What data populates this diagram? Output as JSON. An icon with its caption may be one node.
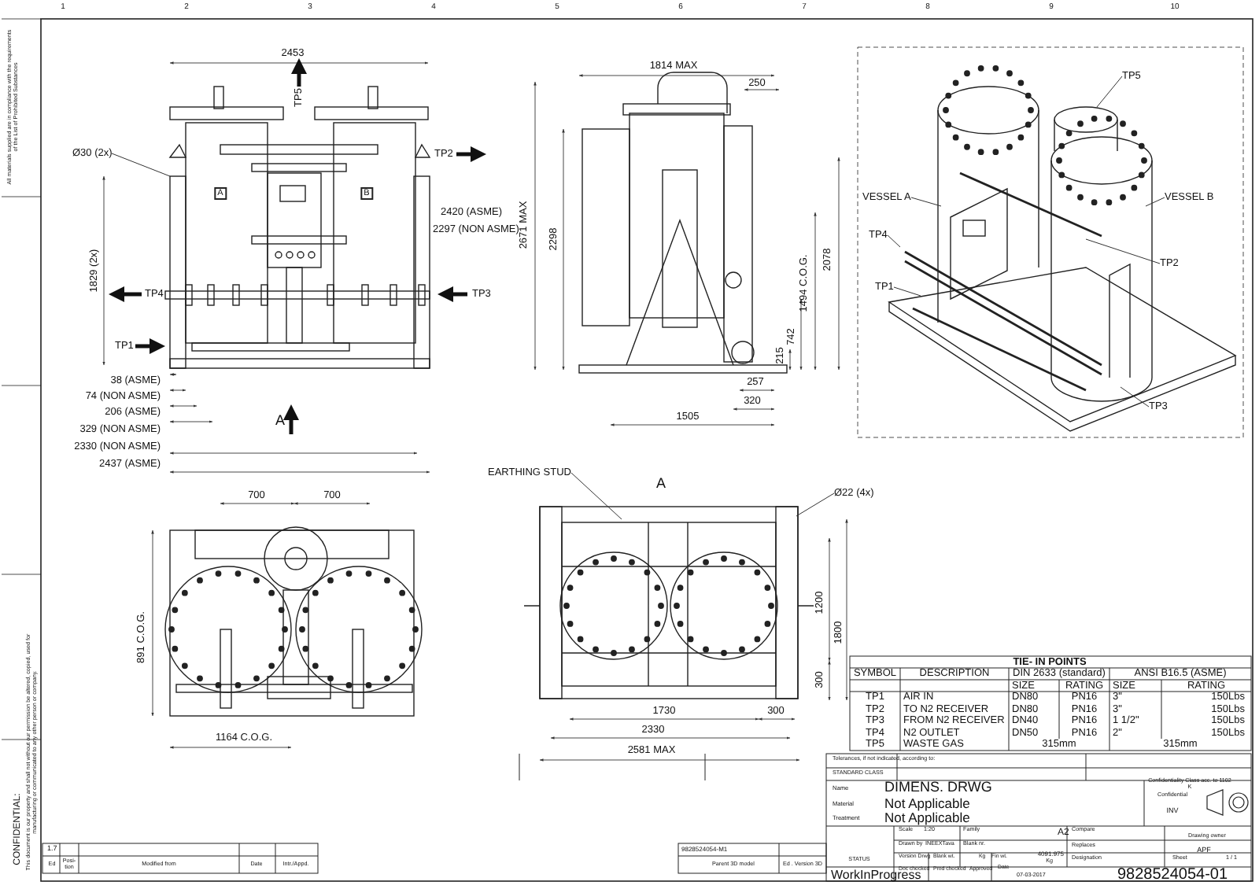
{
  "diagram": {
    "nodes": [
      {
        "text": [
          "Ø30 (2x)"
        ]
      },
      {
        "text": [
          "TP5"
        ]
      },
      {
        "text": [
          "VESSEL A"
        ]
      },
      {
        "text": [
          "VESSEL B"
        ]
      },
      {
        "text": [
          "TP4"
        ]
      },
      {
        "text": [
          "TP2"
        ]
      },
      {
        "text": [
          "TP1"
        ]
      },
      {
        "text": [
          "TP3"
        ]
      },
      {
        "text": [
          "EARTHING STUD"
        ]
      },
      {
        "text": [
          "Ø22 (4x)"
        ]
      }
    ],
    "edges": [
      {
        "from": 0,
        "to": null,
        "arrow": "none"
      },
      {
        "from": 1,
        "to": null,
        "arrow": "none"
      },
      {
        "from": 2,
        "to": null,
        "arrow": "none"
      },
      {
        "from": 3,
        "to": null,
        "arrow": "none"
      },
      {
        "from": 4,
        "to": null,
        "arrow": "none"
      },
      {
        "from": 5,
        "to": null,
        "arrow": "none"
      },
      {
        "from": 6,
        "to": null,
        "arrow": "none"
      },
      {
        "from": 7,
        "to": null,
        "arrow": "none"
      },
      {
        "from": 8,
        "to": null,
        "arrow": "none"
      },
      {
        "from": 9,
        "to": null,
        "arrow": "none"
      }
    ],
    "labels": [
      "1",
      "2",
      "3",
      "4",
      "5",
      "6",
      "7",
      "8",
      "9",
      "10",
      "2453",
      "TP5",
      "TP2",
      "A",
      "B",
      "2420 (ASME)",
      "2297 (NON ASME)",
      "1829 (2x)",
      "TP4",
      "TP3",
      "TP1",
      "38 (ASME)",
      "74 (NON ASME)",
      "206 (ASME)",
      "329 (NON ASME)",
      "2330 (NON ASME)",
      "2437 (ASME)",
      "A",
      "1814 MAX",
      "250",
      "2671 MAX",
      "2298",
      "2078",
      "1494 C.O.G.",
      "742",
      "215",
      "257",
      "320",
      "1505",
      "700",
      "700",
      "891 C.O.G.",
      "1164 C.O.G.",
      "A",
      "1200",
      "1800",
      "300",
      "1730",
      "300",
      "2330",
      "2581 MAX",
      "TIE- IN POINTS",
      "SYMBOL",
      "DESCRIPTION",
      "DIN 2633 (standard)",
      "ANSI B16.5 (ASME)",
      "SIZE",
      "RATING",
      "SIZE",
      "RATING",
      "TP1",
      "AIR IN",
      "DN80",
      "PN16",
      "3\"",
      "150Lbs",
      "TP2",
      "TO N2 RECEIVER",
      "DN80",
      "PN16",
      "3\"",
      "150Lbs",
      "TP3",
      "FROM N2 RECEIVER",
      "DN40",
      "PN16",
      "1 1/2\"",
      "150Lbs",
      "TP4",
      "N2 OUTLET",
      "DN50",
      "PN16",
      "2\"",
      "150Lbs",
      "TP5",
      "WASTE GAS",
      "315mm",
      "315mm",
      "Tolerances, if not indicated, according to:",
      "STANDARD CLASS",
      "Name",
      "DIMENS. DRWG",
      "Confidentiality Class acc. to 1102 K",
      "Confidential",
      "Material",
      "Not Applicable",
      "Treatment",
      "Not Applicable",
      "INV",
      "Scale",
      "1:20",
      "Family",
      "A2",
      "Compare",
      "Drawing owner",
      "Drawn by",
      "INEEXTava",
      "Blank nr.",
      "Replaces",
      "APF",
      "STATUS",
      "Version Drwg",
      "Blank wt.",
      "Kg",
      "Fin wt.",
      "4091.975",
      "Kg",
      "Designation",
      "Sheet",
      "1 / 1",
      "WorkInProgress",
      "Doc checked",
      "Prod checked",
      "Approved",
      "Date",
      "07-03-2017",
      "9828524054-01",
      "1.7",
      "Ed",
      "Posi- tion",
      "Modified from",
      "Date",
      "Intr./Appd.",
      "9828524054-M1",
      "Parent 3D model",
      "Ed . Version 3D",
      "All materials supplied are in compliance with the requirements of the List of Prohibited Substances",
      "CONFIDENTIAL:",
      "This document is our property and shall not without our permission be altered, copied, used for manufacturing or communicated to any other person or company."
    ]
  }
}
